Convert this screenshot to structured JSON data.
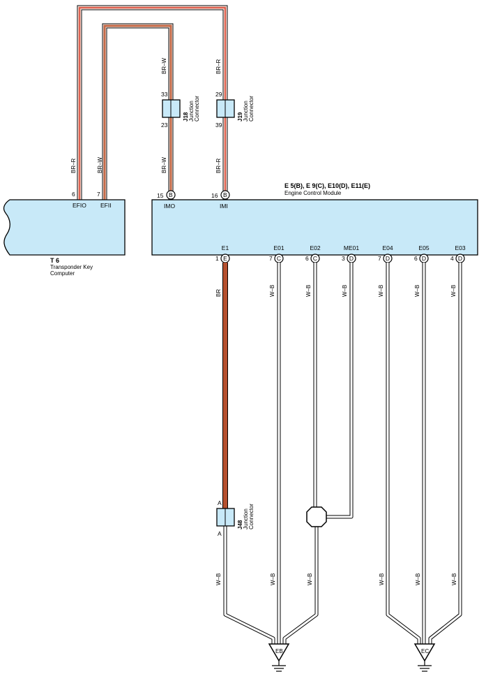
{
  "colors": {
    "module_fill": "#c8e9f8",
    "brown": "#b5502e",
    "brown_light": "#e8a08a",
    "red": "#d83a2e",
    "white_black": "#ffffff",
    "outline": "#000000"
  },
  "transponder": {
    "code": "T 6",
    "name_line1": "Transponder Key",
    "name_line2": "Computer",
    "pins": [
      {
        "num": "6",
        "name": "EFIO",
        "wire": "BR–R"
      },
      {
        "num": "7",
        "name": "EFII",
        "wire": "BR–W"
      }
    ]
  },
  "ecm": {
    "connectors": "E 5(B), E 9(C), E10(D), E11(E)",
    "name": "Engine Control Module",
    "top_pins": [
      {
        "num": "15",
        "conn": "B",
        "name": "IMO"
      },
      {
        "num": "16",
        "conn": "B",
        "name": "IMI"
      }
    ],
    "bottom_pins": [
      {
        "num": "1",
        "conn": "E",
        "name": "E1",
        "wire": "BR"
      },
      {
        "num": "7",
        "conn": "C",
        "name": "E01",
        "wire": "W–B"
      },
      {
        "num": "6",
        "conn": "C",
        "name": "E02",
        "wire": "W–B"
      },
      {
        "num": "3",
        "conn": "D",
        "name": "ME01",
        "wire": "W–B"
      },
      {
        "num": "7",
        "conn": "D",
        "name": "E04",
        "wire": "W–B"
      },
      {
        "num": "6",
        "conn": "D",
        "name": "E05",
        "wire": "W–B"
      },
      {
        "num": "4",
        "conn": "D",
        "name": "E03",
        "wire": "W–B"
      }
    ]
  },
  "junctions": [
    {
      "code": "J18",
      "label1": "Junction",
      "label2": "Connector",
      "pin_top": "33",
      "pin_bottom": "23",
      "wire_top": "BR–W",
      "wire_bottom": "BR–W"
    },
    {
      "code": "J19",
      "label1": "Junction",
      "label2": "Connector",
      "pin_top": "29",
      "pin_bottom": "39",
      "wire_top": "BR–R",
      "wire_bottom": "BR–R"
    },
    {
      "code": "J48",
      "label1": "Junction",
      "label2": "Connector",
      "pin_top": "A",
      "pin_bottom": "A"
    }
  ],
  "lower_wires": [
    "W–B",
    "W–B",
    "W–B",
    "W–B",
    "W–B",
    "W–B"
  ],
  "grounds": [
    {
      "label": "EB"
    },
    {
      "label": "EC"
    }
  ]
}
